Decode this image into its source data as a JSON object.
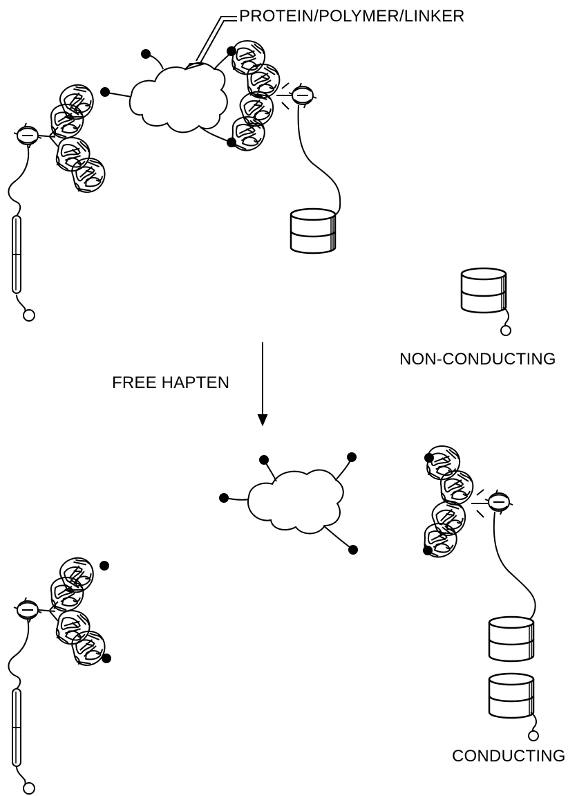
{
  "labels": {
    "linker": "PROTEIN/POLYMER/LINKER",
    "free_hapten": "FREE HAPTEN",
    "non_conducting": "NON-CONDUCTING",
    "conducting": "CONDUCTING"
  },
  "colors": {
    "ink": "#000000",
    "paper": "#ffffff"
  }
}
